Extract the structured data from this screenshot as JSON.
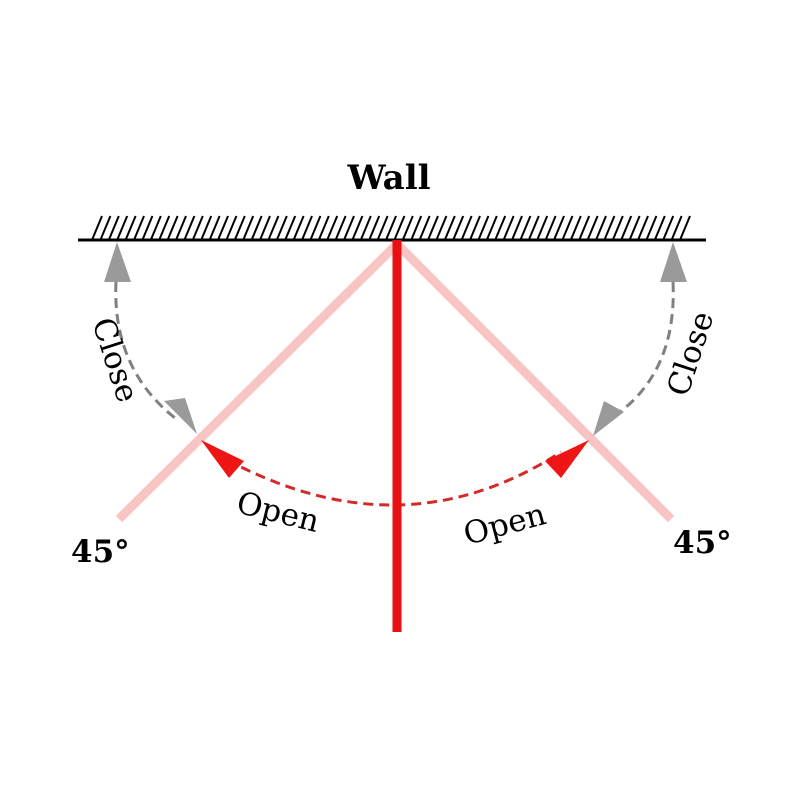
{
  "diagram": {
    "wall_label": "Wall",
    "angle_left": "45°",
    "angle_right": "45°",
    "close_left": "Close",
    "close_right": "Close",
    "open_left": "Open",
    "open_right": "Open",
    "colors": {
      "door": "#e81010",
      "door_open": "#f8c4c4",
      "open_arc": "#d42a2a",
      "close_arc": "#808080",
      "close_arrowhead": "#9a9a9a",
      "wall": "#000000"
    }
  }
}
